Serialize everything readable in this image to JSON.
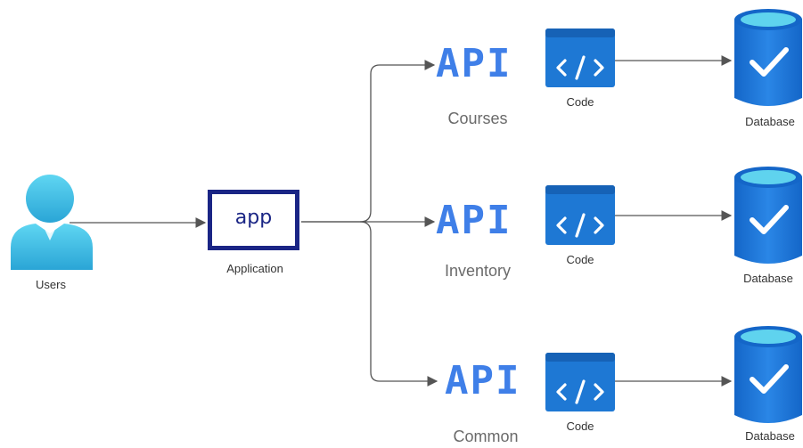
{
  "users": {
    "label": "Users",
    "icon": "user-icon"
  },
  "application": {
    "box_text": "app",
    "label": "Application"
  },
  "services": [
    {
      "api_text": "API",
      "api_label": "Courses",
      "code_label": "Code",
      "db_label": "Database"
    },
    {
      "api_text": "API",
      "api_label": "Inventory",
      "code_label": "Code",
      "db_label": "Database"
    },
    {
      "api_text": "API",
      "api_label": "Common",
      "code_label": "Code",
      "db_label": "Database"
    }
  ],
  "colors": {
    "user": "#4fc3e8",
    "app_border": "#1a2585",
    "api": "#3f7fe8",
    "code_tile": "#1e78d4",
    "database": "#1c6fd1",
    "database_top": "#5fd3ee",
    "arrow": "#555555"
  }
}
